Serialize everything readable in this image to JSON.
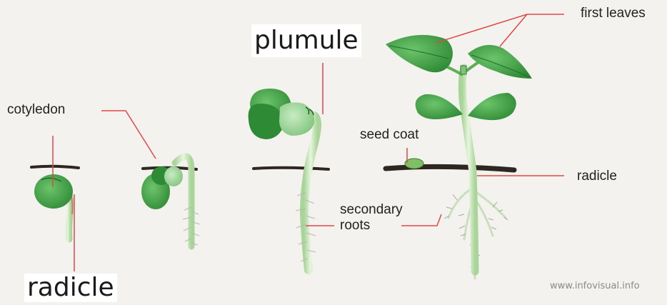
{
  "labels": {
    "cotyledon": "cotyledon",
    "radicle_bottom": "radicle",
    "plumule": "plumule",
    "seed_coat": "seed coat",
    "secondary_roots_1": "secondary",
    "secondary_roots_2": "roots",
    "first_leaves": "first leaves",
    "radicle_right": "radicle"
  },
  "credit": "www.infovisual.info",
  "colors": {
    "leaf_dark": "#3e9a3e",
    "leaf_light": "#8ccf8a",
    "stem": "#cfe8c2",
    "leader_line": "#e04848",
    "soil": "#2e2620",
    "background": "#f4f2ee"
  }
}
